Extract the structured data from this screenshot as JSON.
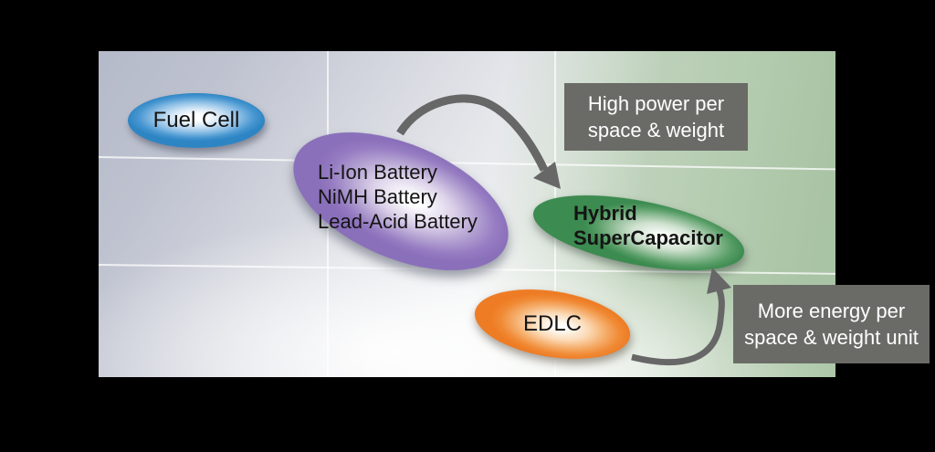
{
  "colors": {
    "bg": "#000000",
    "panel_gray": "#b5bac9",
    "panel_green": "#a9c4a4",
    "node_blue": "#2e85c4",
    "node_purple": "#8a6fba",
    "node_green": "#3c8b50",
    "node_orange": "#ee7c24",
    "callout_bg": "#6a6b66",
    "callout_text": "#ffffff",
    "arrow": "#676767",
    "label_text": "#141414"
  },
  "nodes": {
    "fuel_cell": {
      "label": "Fuel Cell"
    },
    "batteries": {
      "label": "Li-Ion Battery\nNiMH Battery\nLead-Acid Battery"
    },
    "hybrid_supercapacitor": {
      "label": "Hybrid\nSuperCapacitor"
    },
    "edlc": {
      "label": "EDLC"
    }
  },
  "callouts": {
    "high_power": {
      "text": "High power per\nspace & weight"
    },
    "more_energy": {
      "text": "More energy per\nspace & weight unit"
    }
  }
}
